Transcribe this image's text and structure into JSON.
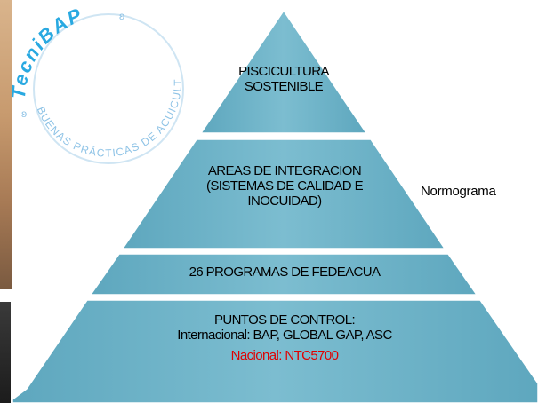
{
  "logo": {
    "brand_text": "TecniBAP",
    "arc_text": "BUENAS PRÁCTICAS DE ACUICULTURA",
    "brand_color": "#29a9e1",
    "ring_color": "#b7d9ef"
  },
  "pyramid": {
    "fill_color": "#6fb3c8",
    "level1": {
      "line1": "PISCICULTURA",
      "line2": "SOSTENIBLE"
    },
    "level2": {
      "line1": "AREAS DE INTEGRACION",
      "line2": "(SISTEMAS DE CALIDAD E",
      "line3": "INOCUIDAD)"
    },
    "level3": {
      "text": "26 PROGRAMAS DE FEDEACUA"
    },
    "level4": {
      "line1": "PUNTOS DE CONTROL:",
      "line2": "Internacional: BAP, GLOBAL GAP, ASC",
      "line3": "Nacional: NTC5700",
      "line3_color": "#e00000"
    }
  },
  "side_label": "Normograma"
}
